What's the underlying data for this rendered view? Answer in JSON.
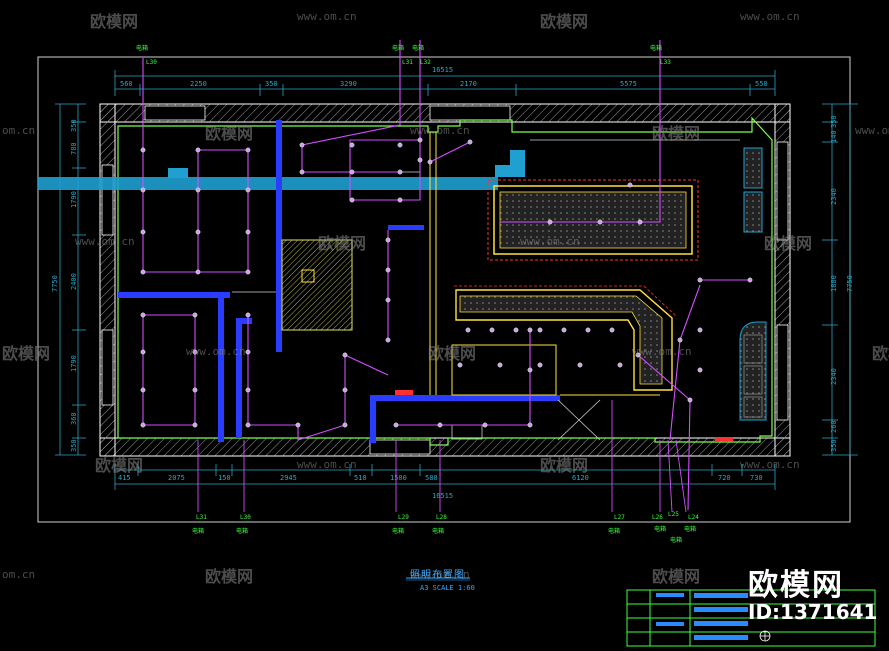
{
  "watermark": {
    "brand": "欧模网",
    "url": "www.om.cn",
    "url_short": "om.cn"
  },
  "logo": {
    "text": "欧模网",
    "id": "ID:1371641"
  },
  "plan": {
    "title": "照明布置图",
    "scale": "A3 SCALE 1:60",
    "total_dim": "16515"
  },
  "top_dims": [
    "560",
    "2250",
    "350",
    "3290",
    "2170",
    "5575",
    "550"
  ],
  "bottom_dims": [
    "415",
    "2075",
    "150",
    "2945",
    "510",
    "1500",
    "580",
    "6120",
    "720",
    "730"
  ],
  "left_dims": [
    "350",
    "780",
    "1790",
    "2400",
    "1790",
    "360",
    "350"
  ],
  "left_total": "7750",
  "right_dims": [
    "350",
    "140",
    "2340",
    "1880",
    "2340",
    "260",
    "350"
  ],
  "right_total": "7750",
  "circuits": {
    "top": [
      {
        "id": "L30",
        "note": "电箱"
      },
      {
        "id": "L31",
        "note": "电箱"
      },
      {
        "id": "L32",
        "note": "电箱"
      },
      {
        "id": "L33",
        "note": "电箱"
      }
    ],
    "bottom": [
      {
        "id": "L31",
        "note": "电箱"
      },
      {
        "id": "L30",
        "note": "电箱"
      },
      {
        "id": "L29",
        "note": "电箱"
      },
      {
        "id": "L28",
        "note": "电箱"
      },
      {
        "id": "L27",
        "note": "电箱"
      },
      {
        "id": "L26",
        "note": "电箱"
      },
      {
        "id": "L25",
        "note": "电箱"
      },
      {
        "id": "L24",
        "note": "电箱"
      }
    ]
  },
  "colors": {
    "wall": "#ffffff",
    "inner_wall": "#7cff4a",
    "circuit": "#d24dff",
    "dim": "#2aa6c4",
    "beam": "#1fa0d0",
    "yellow": "#ffe23a",
    "red": "#ff3030",
    "blue_wall": "#2a3cff",
    "frame": "#c8c8c8",
    "title_block": "#3cff3c"
  }
}
